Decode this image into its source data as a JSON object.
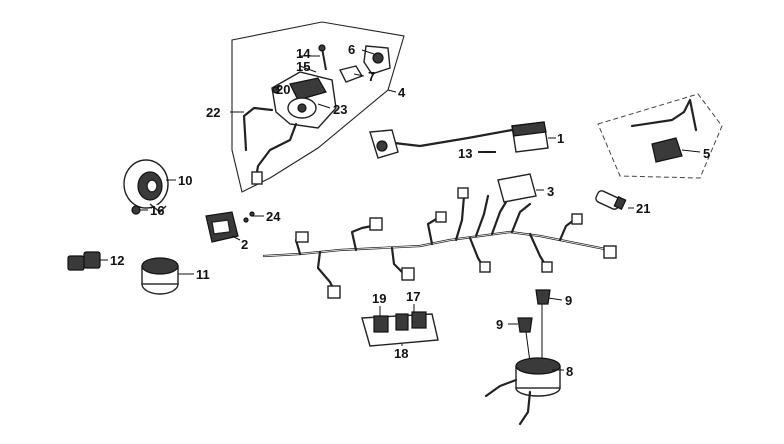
{
  "callouts": [
    {
      "id": "c1",
      "text": "1"
    },
    {
      "id": "c2",
      "text": "2"
    },
    {
      "id": "c3",
      "text": "3"
    },
    {
      "id": "c4",
      "text": "4"
    },
    {
      "id": "c5",
      "text": "5"
    },
    {
      "id": "c6",
      "text": "6"
    },
    {
      "id": "c7",
      "text": "7"
    },
    {
      "id": "c8",
      "text": "8"
    },
    {
      "id": "c9a",
      "text": "9"
    },
    {
      "id": "c9b",
      "text": "9"
    },
    {
      "id": "c10",
      "text": "10"
    },
    {
      "id": "c11",
      "text": "11"
    },
    {
      "id": "c12",
      "text": "12"
    },
    {
      "id": "c13",
      "text": "13"
    },
    {
      "id": "c14",
      "text": "14"
    },
    {
      "id": "c15",
      "text": "15"
    },
    {
      "id": "c16",
      "text": "16"
    },
    {
      "id": "c17",
      "text": "17"
    },
    {
      "id": "c18",
      "text": "18"
    },
    {
      "id": "c19",
      "text": "19"
    },
    {
      "id": "c20",
      "text": "20"
    },
    {
      "id": "c21",
      "text": "21"
    },
    {
      "id": "c22",
      "text": "22"
    },
    {
      "id": "c23",
      "text": "23"
    },
    {
      "id": "c24",
      "text": "24"
    }
  ]
}
